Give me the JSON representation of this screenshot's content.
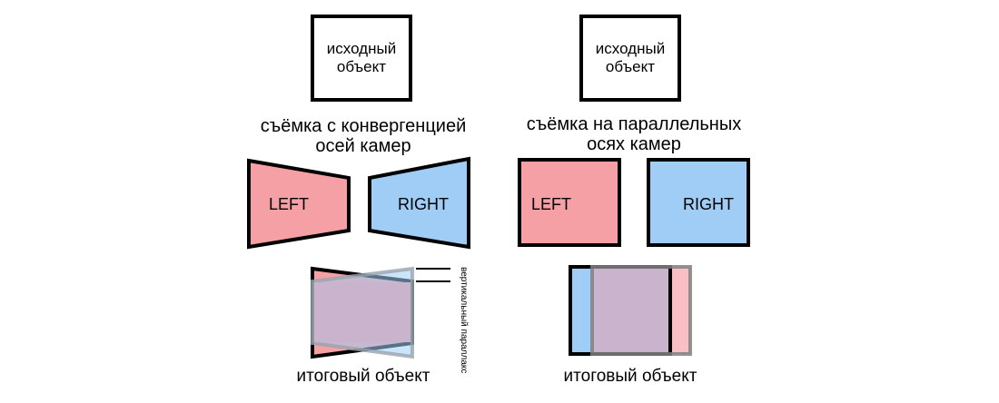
{
  "colors": {
    "left_fill": "#f4a0a4",
    "right_fill": "#9fcdf6",
    "overlap_fill": "#c9b3cd",
    "outline": "#000000",
    "gray_outline": "#808080"
  },
  "convergence": {
    "source_object": "исходный\nобъект",
    "heading": "съёмка с конвергенцией\nосей камер",
    "left_label": "LEFT",
    "right_label": "RIGHT",
    "result_label": "итоговый объект",
    "parallax_label": "вертикальный параллакс"
  },
  "parallel": {
    "source_object": "исходный\nобъект",
    "heading": "съёмка на параллельных\nосях камер",
    "left_label": "LEFT",
    "right_label": "RIGHT",
    "result_label": "итоговый объект"
  }
}
